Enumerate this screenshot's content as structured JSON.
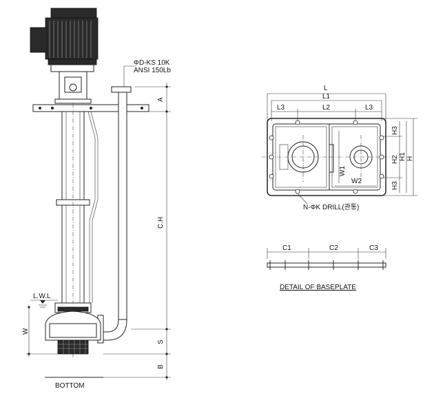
{
  "labels": {
    "flange_spec_1": "ΦD-KS 10K",
    "flange_spec_2": "ANSI 150Lb",
    "dim_a": "A",
    "dim_ch": "C.H",
    "dim_s": "S",
    "dim_b": "B",
    "dim_w": "W",
    "lwl": "L.W.L",
    "bottom": "BOTTOM",
    "plan_l": "L",
    "plan_l1": "L1",
    "plan_l2": "L2",
    "plan_l3_left": "L3",
    "plan_l3_right": "L3",
    "plan_h": "H",
    "plan_h1": "H1",
    "plan_h2": "H2",
    "plan_h3_top": "H3",
    "plan_h3_bottom": "H3",
    "plan_w1": "W1",
    "plan_w2": "W2",
    "drill_note": "N-ΦK DRILL(관통)",
    "detail_c1": "C1",
    "detail_c2": "C2",
    "detail_c3": "C3",
    "detail_title": "DETAIL OF BASEPLATE"
  }
}
